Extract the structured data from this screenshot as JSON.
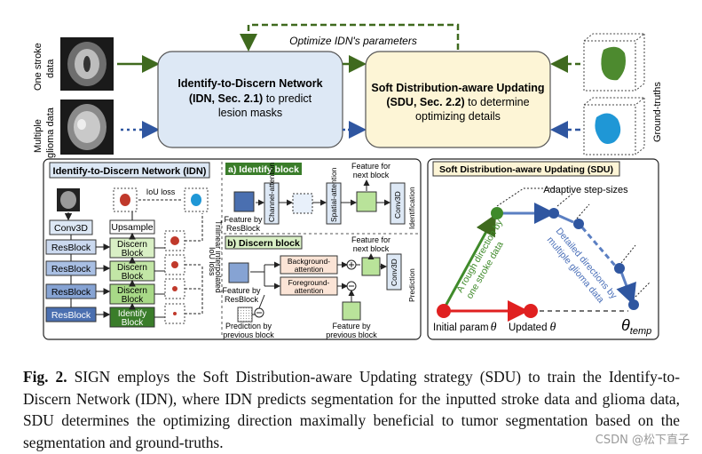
{
  "top": {
    "optimize_label": "Optimize IDN's parameters",
    "left_label_1a": "One stroke",
    "left_label_1b": "data",
    "left_label_2a": "Multiple",
    "left_label_2b": "glioma data",
    "right_label": "Ground-truths",
    "idn_box": {
      "line1": "Identify-to-Discern Network",
      "line2_bold": "(IDN, Sec. 2.1)",
      "line2_rest": " to predict",
      "line3": "lesion masks"
    },
    "sdu_box": {
      "line1": "Soft Distribution-aware Updating",
      "line2_bold": "(SDU, Sec. 2.2)",
      "line2_rest": " to determine",
      "line3": "optimizing details"
    }
  },
  "idn_panel": {
    "title": "Identify-to-Discern Network (IDN)",
    "conv3d": "Conv3D",
    "resblock": "ResBlock",
    "upsample": "Upsample",
    "discern_a": "Discern",
    "discern_b": "Block",
    "identify_a": "Identify",
    "identify_b": "Block",
    "iou_loss_top": "IoU loss",
    "iou_loss_side": "IoU loss",
    "trilinear": "Trilinear interpolated",
    "identify_title": "a) Identify block",
    "feature_next": "Feature for",
    "next_block": "next block",
    "feature_by_a": "Feature by",
    "feature_by_b": "ResBlock",
    "channel_attention": "Channel-attention",
    "spatial_attention": "Spatial-attention",
    "conv3d_small": "Conv3D",
    "identification": "Identification",
    "discern_title": "b) Discern block",
    "background_a": "Background-",
    "background_b": "attention",
    "foreground_a": "Foreground-",
    "foreground_b": "attention",
    "prediction": "Prediction",
    "prediction_by_a": "Prediction by",
    "prediction_by_b": "previous block",
    "feature_prev_a": "Feature by",
    "feature_prev_b": "previous block"
  },
  "sdu_panel": {
    "title": "Soft Distribution-aware Updating (SDU)",
    "adaptive": "Adaptive step-sizes",
    "rough_a": "A rough direction by",
    "rough_b": "one stroke data",
    "detailed_a": "Detailed directions by",
    "detailed_b": "multiple glioma data",
    "initial": "Initial param",
    "updated": "Updated",
    "theta": "θ",
    "theta_temp": "θ",
    "temp_sub": "temp"
  },
  "caption": {
    "label": "Fig. 2.",
    "text": " SIGN employs the Soft Distribution-aware Updating strategy (SDU) to train the Identify-to-Discern Network (IDN), where IDN predicts segmentation for the inputted stroke data and glioma data, SDU determines the optimizing direction maximally beneficial to tumor segmentation based on the segmentation and ground-truths."
  },
  "watermark": "CSDN @松下直子",
  "colors": {
    "green": "#3f6a1e",
    "blue": "#2f56a0",
    "red": "#e02020",
    "idn_fill": "#dde8f5",
    "sdu_fill": "#fdf5d6",
    "discern_fill": "#d9f0c5",
    "identify_fill": "#3a7d2a",
    "resblock_fill": "#cbd9ef"
  }
}
